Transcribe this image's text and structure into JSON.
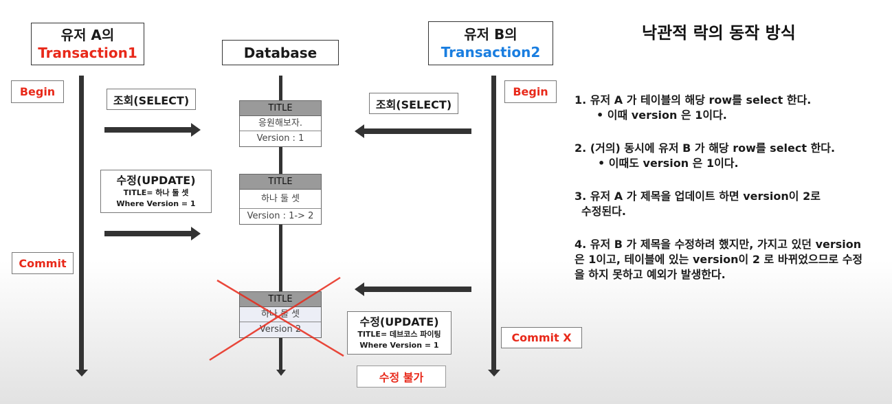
{
  "userA": {
    "line1": "유저 A의",
    "line2": "Transaction1"
  },
  "database": {
    "label": "Database"
  },
  "userB": {
    "line1": "유저 B의",
    "line2": "Transaction2"
  },
  "title": "낙관적 락의 동작 방식",
  "begin_a": "Begin",
  "begin_b": "Begin",
  "commit_a": "Commit",
  "commit_b": "Commit X",
  "select_a": "조회(SELECT)",
  "select_b": "조회(SELECT)",
  "update_a": {
    "title": "수정(UPDATE)",
    "l1": "TITLE= 하나 둘 셋",
    "l2": "Where Version = 1"
  },
  "update_b": {
    "title": "수정(UPDATE)",
    "l1": "TITLE= 데브코스 파이팅",
    "l2": "Where Version = 1"
  },
  "fail_label": "수정 불가",
  "tables": [
    {
      "head": "TITLE",
      "value": "응원해보자.",
      "version": "Version : 1"
    },
    {
      "head": "TITLE",
      "value": "하나 둘 셋",
      "version": "Version : 1-> 2"
    },
    {
      "head": "TITLE",
      "value": "하나 둘 셋",
      "version": "Version 2"
    }
  ],
  "steps": [
    {
      "main": "1. 유저 A 가 테이블의 해당 row를 select 한다.",
      "sub": "•   이때 version 은 1이다."
    },
    {
      "main": "2. (거의) 동시에 유저 B 가 해당 row를 select 한다.",
      "sub": "• 이때도 version 은 1이다."
    },
    {
      "main": "3. 유저 A 가 제목을 업데이트 하면 version이 2로",
      "sub": "수정된다."
    },
    {
      "main": "4. 유저 B 가 제목을 수정하려 했지만, 가지고 있던 version은 1이고, 테이블에 있는 version이 2 로 바뀌었으므로 수정을 하지 못하고 예외가 발생한다.",
      "sub": ""
    }
  ],
  "colors": {
    "red": "#e8291a",
    "blue": "#1a7ee0",
    "line": "#333333"
  }
}
